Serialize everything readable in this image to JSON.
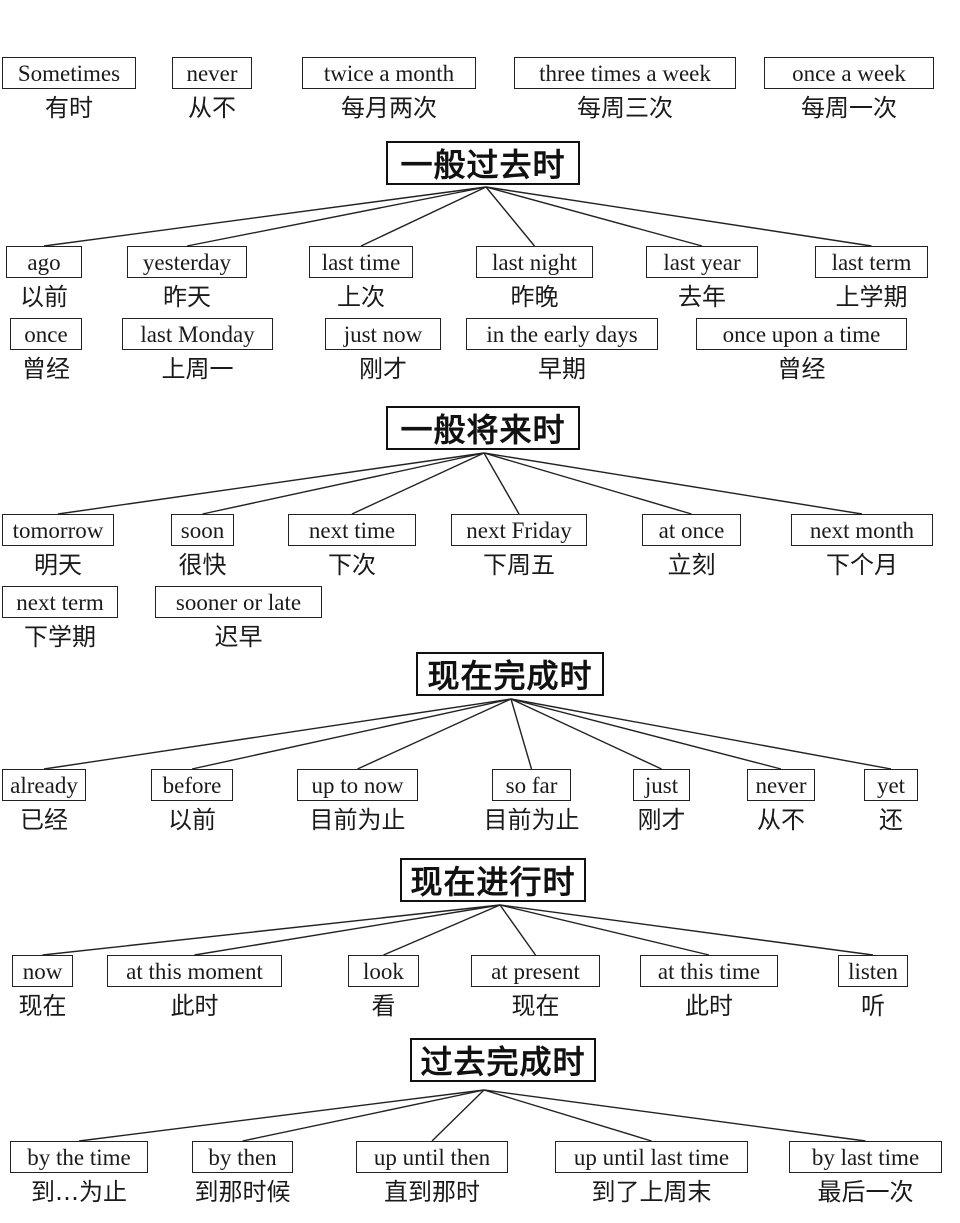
{
  "top_row": [
    {
      "en": "Sometimes",
      "zh": "有时"
    },
    {
      "en": "never",
      "zh": "从不"
    },
    {
      "en": "twice a month",
      "zh": "每月两次"
    },
    {
      "en": "three times a week",
      "zh": "每周三次"
    },
    {
      "en": "once a week",
      "zh": "每周一次"
    }
  ],
  "sections": [
    {
      "title": "一般过去时",
      "rows": [
        [
          {
            "en": "ago",
            "zh": "以前"
          },
          {
            "en": "yesterday",
            "zh": "昨天"
          },
          {
            "en": "last time",
            "zh": "上次"
          },
          {
            "en": "last night",
            "zh": "昨晚"
          },
          {
            "en": "last year",
            "zh": "去年"
          },
          {
            "en": "last term",
            "zh": "上学期"
          }
        ],
        [
          {
            "en": "once",
            "zh": "曾经"
          },
          {
            "en": "last Monday",
            "zh": "上周一"
          },
          {
            "en": "just now",
            "zh": "刚才"
          },
          {
            "en": "in the early days",
            "zh": "早期"
          },
          {
            "en": "once upon a time",
            "zh": "曾经"
          }
        ]
      ]
    },
    {
      "title": "一般将来时",
      "rows": [
        [
          {
            "en": "tomorrow",
            "zh": "明天"
          },
          {
            "en": "soon",
            "zh": "很快"
          },
          {
            "en": "next time",
            "zh": "下次"
          },
          {
            "en": "next Friday",
            "zh": "下周五"
          },
          {
            "en": "at once",
            "zh": "立刻"
          },
          {
            "en": "next month",
            "zh": "下个月"
          }
        ],
        [
          {
            "en": "next term",
            "zh": "下学期"
          },
          {
            "en": "sooner or late",
            "zh": "迟早"
          }
        ]
      ]
    },
    {
      "title": "现在完成时",
      "rows": [
        [
          {
            "en": "already",
            "zh": "已经"
          },
          {
            "en": "before",
            "zh": "以前"
          },
          {
            "en": "up to now",
            "zh": "目前为止"
          },
          {
            "en": "so far",
            "zh": "目前为止"
          },
          {
            "en": "just",
            "zh": "刚才"
          },
          {
            "en": "never",
            "zh": "从不"
          },
          {
            "en": "yet",
            "zh": "还"
          }
        ]
      ]
    },
    {
      "title": "现在进行时",
      "rows": [
        [
          {
            "en": "now",
            "zh": "现在"
          },
          {
            "en": "at this moment",
            "zh": "此时"
          },
          {
            "en": "look",
            "zh": "看"
          },
          {
            "en": "at present",
            "zh": "现在"
          },
          {
            "en": "at this time",
            "zh": "此时"
          },
          {
            "en": "listen",
            "zh": "听"
          }
        ]
      ]
    },
    {
      "title": "过去完成时",
      "rows": [
        [
          {
            "en": "by the time",
            "zh": "到…为止"
          },
          {
            "en": "by then",
            "zh": "到那时候"
          },
          {
            "en": "up until then",
            "zh": "直到那时"
          },
          {
            "en": "up until last time",
            "zh": "到了上周末"
          },
          {
            "en": "by last time",
            "zh": "最后一次"
          }
        ]
      ]
    }
  ]
}
